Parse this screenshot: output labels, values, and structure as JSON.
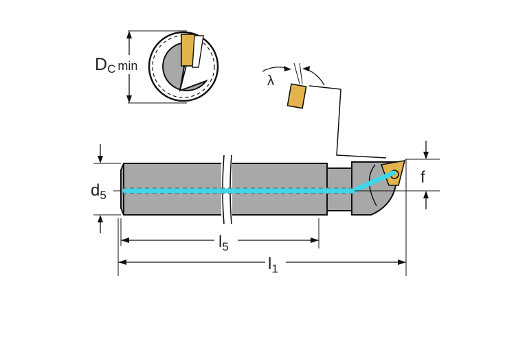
{
  "labels": {
    "dc_min_main": "D",
    "dc_min_sub": "C",
    "dc_min_suffix": "min",
    "lambda": "λ",
    "d5_main": "d",
    "d5_sub": "5",
    "f": "f",
    "l5_main": "l",
    "l5_sub": "5",
    "l1_main": "l",
    "l1_sub": "1"
  },
  "colors": {
    "body": "#a8a8a8",
    "insert": "#e3b44c",
    "coolant": "#3fd6e8",
    "outline": "#111111"
  }
}
